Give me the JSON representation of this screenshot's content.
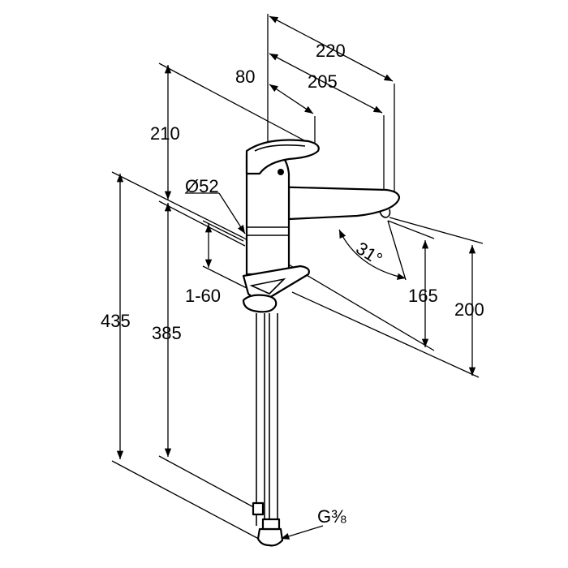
{
  "drawing": {
    "dimensions": {
      "d220": "220",
      "d205": "205",
      "d80": "80",
      "d210": "210",
      "d52": "Ø52",
      "d1_60": "1-60",
      "d435": "435",
      "d385": "385",
      "d31": "31°",
      "d165": "165",
      "d200": "200",
      "thread": "G⅜"
    }
  }
}
